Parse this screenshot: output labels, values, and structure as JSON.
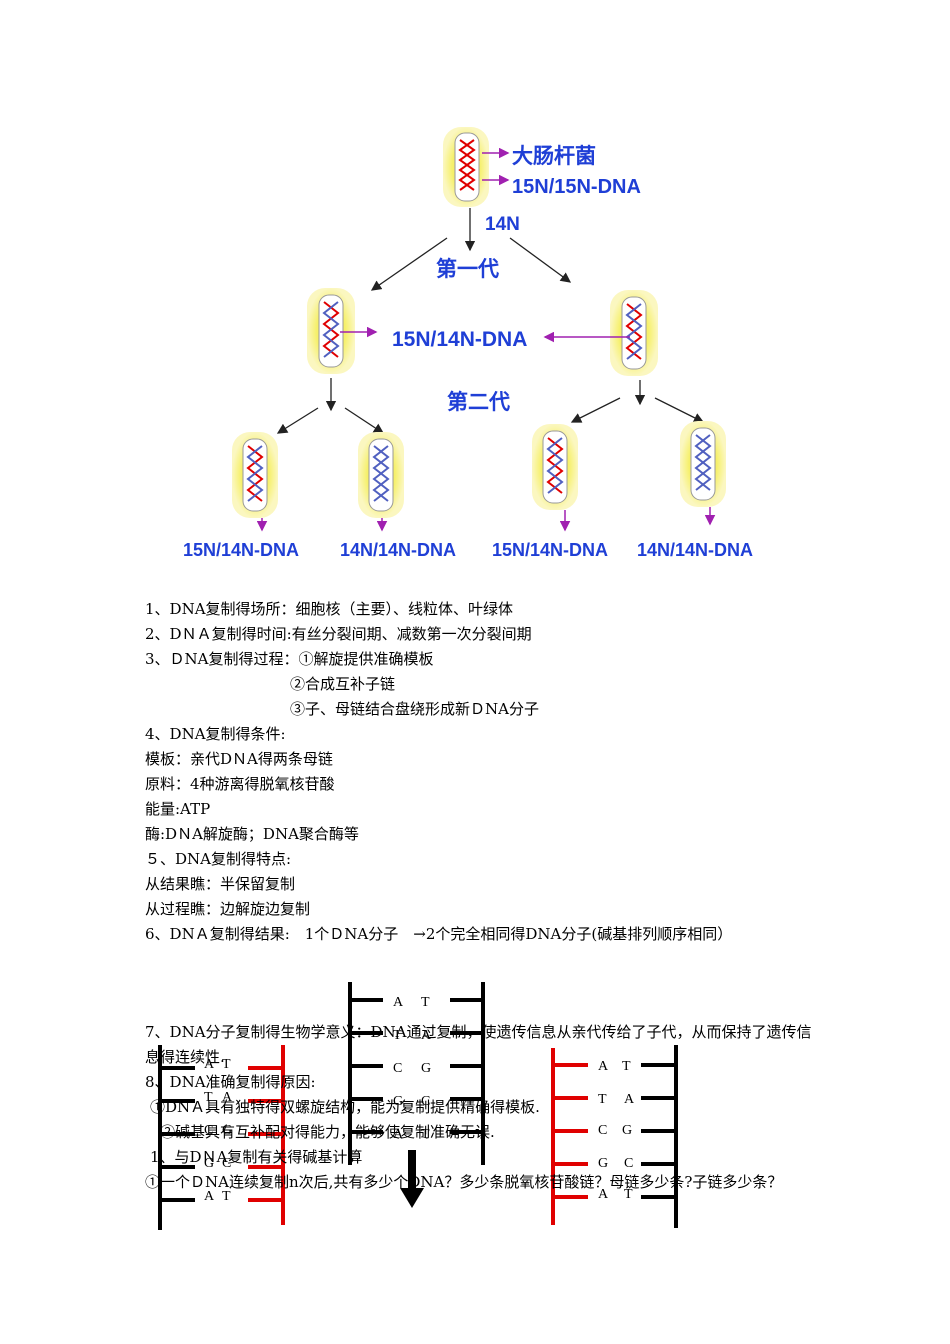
{
  "diagram": {
    "labels": {
      "ecoli": "大肠杆菌",
      "parent_dna": "15N/15N-DNA",
      "medium": "14N",
      "gen1": "第一代",
      "gen1_dna": "15N/14N-DNA",
      "gen2": "第二代",
      "gen2_dna": [
        "15N/14N-DNA",
        "14N/14N-DNA",
        "15N/14N-DNA",
        "14N/14N-DNA"
      ]
    },
    "colors": {
      "label_blue": "#1f3fd6",
      "arrow_purple": "#a020b0",
      "strand_red": "#e00000",
      "cell_glow": "#f6f06a"
    }
  },
  "text": {
    "l1": "1、DNA复制得场所：细胞核（主要）、线粒体、叶绿体",
    "l2": "2、DＮＡ复制得时间:有丝分裂间期、减数第一次分裂间期",
    "l3": "3、ＤNA复制得过程：①解旋提供准确模板",
    "l3b": "②合成互补子链",
    "l3c": "③子、母链结合盘绕形成新ＤNA分子",
    "l4": "4、DNA复制得条件:",
    "l4a": "模板：亲代DＮA得两条母链",
    "l4b": "原料：4种游离得脱氧核苷酸",
    "l4c": "能量:ATP",
    "l4d": "酶:DＮA解旋酶；DNA聚合酶等",
    "l5": "５、DNA复制得特点:",
    "l5a": "从结果瞧：半保留复制",
    "l5b": "从过程瞧：边解旋边复制",
    "l6": "6、DNＡ复制得结果:　1个ＤNA分子　→2个完全相同得DNA分子(碱基排列顺序相同）",
    "l7": "7、DNA分子复制得生物学意义：DNA通过复制，使遗传信息从亲代传给了子代，从而保持了遗传信息得连续性.",
    "l8": "8、DNA准确复制得原因:",
    "l8a": "①DNＡ具有独特得双螺旋结构，能为复制提供精确得模板.",
    "l8b": "②碱基具有互补配对得能力，能够使复制准确无误.",
    "l9": "1、与DＮA复制有关得碱基计算",
    "l9a": "①一个ＤNA连续复制n次后,共有多少个DNA？多少条脱氧核苷酸链？母链多少条?子链多少条？"
  },
  "base_pairs": {
    "center": [
      [
        "A",
        "T"
      ],
      [
        "T",
        "A"
      ],
      [
        "C",
        "G"
      ],
      [
        "G",
        "C"
      ],
      [
        "A",
        "T"
      ]
    ],
    "left": [
      [
        "A",
        "T"
      ],
      [
        "T",
        "A"
      ],
      [
        "C",
        "G"
      ],
      [
        "G",
        "C"
      ],
      [
        "A",
        "T"
      ]
    ],
    "right": [
      [
        "A",
        "T"
      ],
      [
        "T",
        "A"
      ],
      [
        "C",
        "G"
      ],
      [
        "G",
        "C"
      ],
      [
        "A",
        "T"
      ]
    ]
  }
}
